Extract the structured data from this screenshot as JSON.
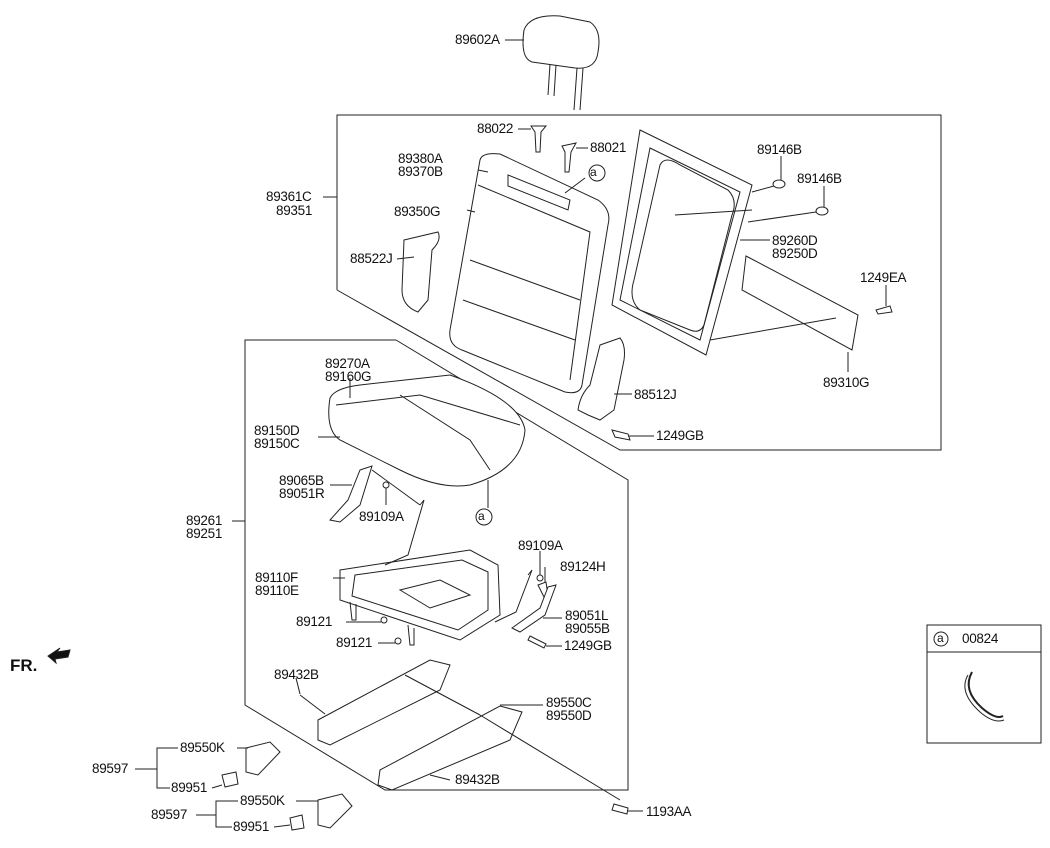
{
  "labels": {
    "headrest": "89602A",
    "pin_88022": "88022",
    "pin_88021": "88021",
    "back_cover_1": "89380A",
    "back_cover_2": "89370B",
    "back_assy_1": "89361C",
    "back_assy_2": "89351",
    "back_pad": "89350G",
    "side_cover_left": "88522J",
    "grommet_1": "89146B",
    "grommet_2": "89146B",
    "back_frame_1": "89260D",
    "back_frame_2": "89250D",
    "screw_1249EA": "1249EA",
    "back_board": "89310G",
    "cushion_cover_1": "89270A",
    "cushion_cover_2": "89160G",
    "side_cover_right": "88512J",
    "cushion_pad_1": "89150D",
    "cushion_pad_2": "89150C",
    "bolt_1249GB_upper": "1249GB",
    "bracket_left_1": "89065B",
    "bracket_left_2": "89051R",
    "nut_89109A_left": "89109A",
    "cushion_assy_1": "89261",
    "cushion_assy_2": "89251",
    "nut_89109A_right": "89109A",
    "bolt_89124H": "89124H",
    "cushion_frame_1": "89110F",
    "cushion_frame_2": "89110E",
    "bracket_right_1": "89051L",
    "bracket_right_2": "89055B",
    "nut_89121_a": "89121",
    "nut_89121_b": "89121",
    "bolt_1249GB_lower": "1249GB",
    "front_marker": "FR.",
    "pin_89432B_upper": "89432B",
    "track_1": "89550C",
    "track_2": "89550D",
    "cover_89550K_upper": "89550K",
    "group_89597_upper": "89597",
    "cap_89951_upper": "89951",
    "pin_89432B_lower": "89432B",
    "cover_89550K_lower": "89550K",
    "group_89597_lower": "89597",
    "bolt_1193AA": "1193AA",
    "cap_89951_lower": "89951"
  },
  "callouts": {
    "ref_letter": "a"
  },
  "inset": {
    "ref_letter": "a",
    "part_number": "00824"
  }
}
